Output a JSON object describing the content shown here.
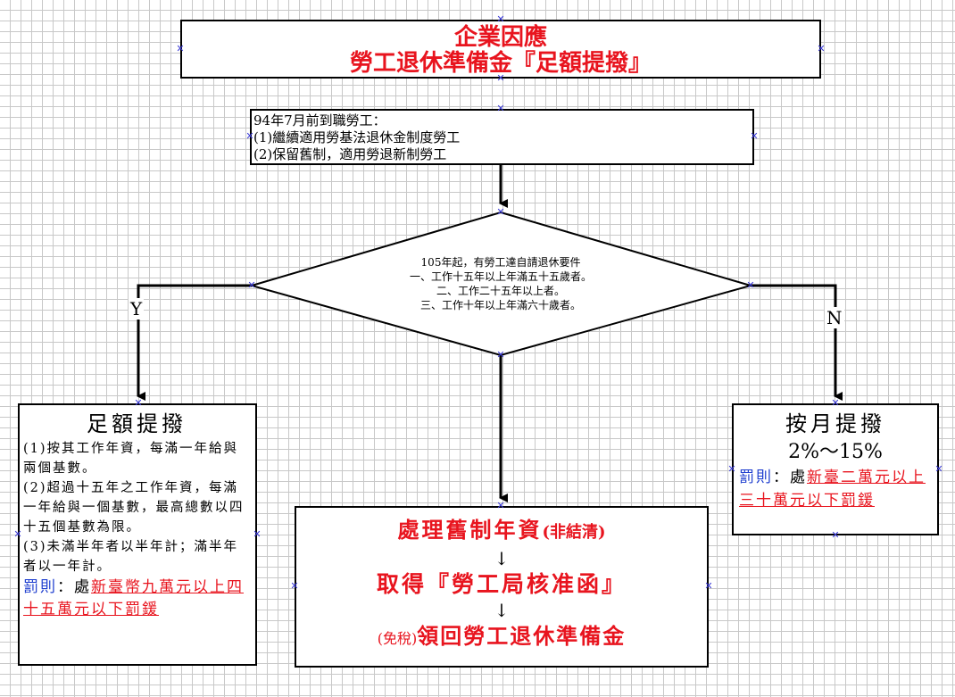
{
  "header": {
    "line1": "企業因應",
    "line2": "勞工退休準備金『足額提撥』"
  },
  "condition": {
    "line1": "94年7月前到職勞工：",
    "line2": "(1)繼續適用勞基法退休金制度勞工",
    "line3": "(2)保留舊制，適用勞退新制勞工"
  },
  "decision": {
    "line1": "105年起，有勞工達自請退休要件",
    "line2": "一、工作十五年以上年滿五十五歲者。",
    "line3": "二、工作二十五年以上者。",
    "line4": "三、工作十年以上年滿六十歲者。"
  },
  "branches": {
    "yes": "Y",
    "no": "N"
  },
  "left_box": {
    "title": "足額提撥",
    "item1": "(1)按其工作年資，每滿一年給與兩個基數。",
    "item2": "(2)超過十五年之工作年資，每滿一年給與一個基數，最高總數以四十五個基數為限。",
    "item3": "(3)未滿半年者以半年計；滿半年者以一年計。",
    "penalty_label": "罰則",
    "penalty_sep": "：處",
    "penalty_text": "新臺幣九萬元以上四十五萬元以下罰鍰"
  },
  "right_box": {
    "title": "按月提撥",
    "rate": "2%～15%",
    "penalty_label": "罰則",
    "penalty_sep": "：處",
    "penalty_text": "新臺二萬元以上三十萬元以下罰鍰"
  },
  "center_box": {
    "step1": "處理舊制年資",
    "step1_note": "(非結清)",
    "arrow1": "↓",
    "step2": "取得『勞工局核准函』",
    "arrow2": "↓",
    "step3_note": "(免稅)",
    "step3": "領回勞工退休準備金"
  },
  "colors": {
    "accent": "#e8141e",
    "label_blue": "#1f3fcf",
    "handle": "#3b3bd6",
    "grid": "#c8c8c8"
  }
}
